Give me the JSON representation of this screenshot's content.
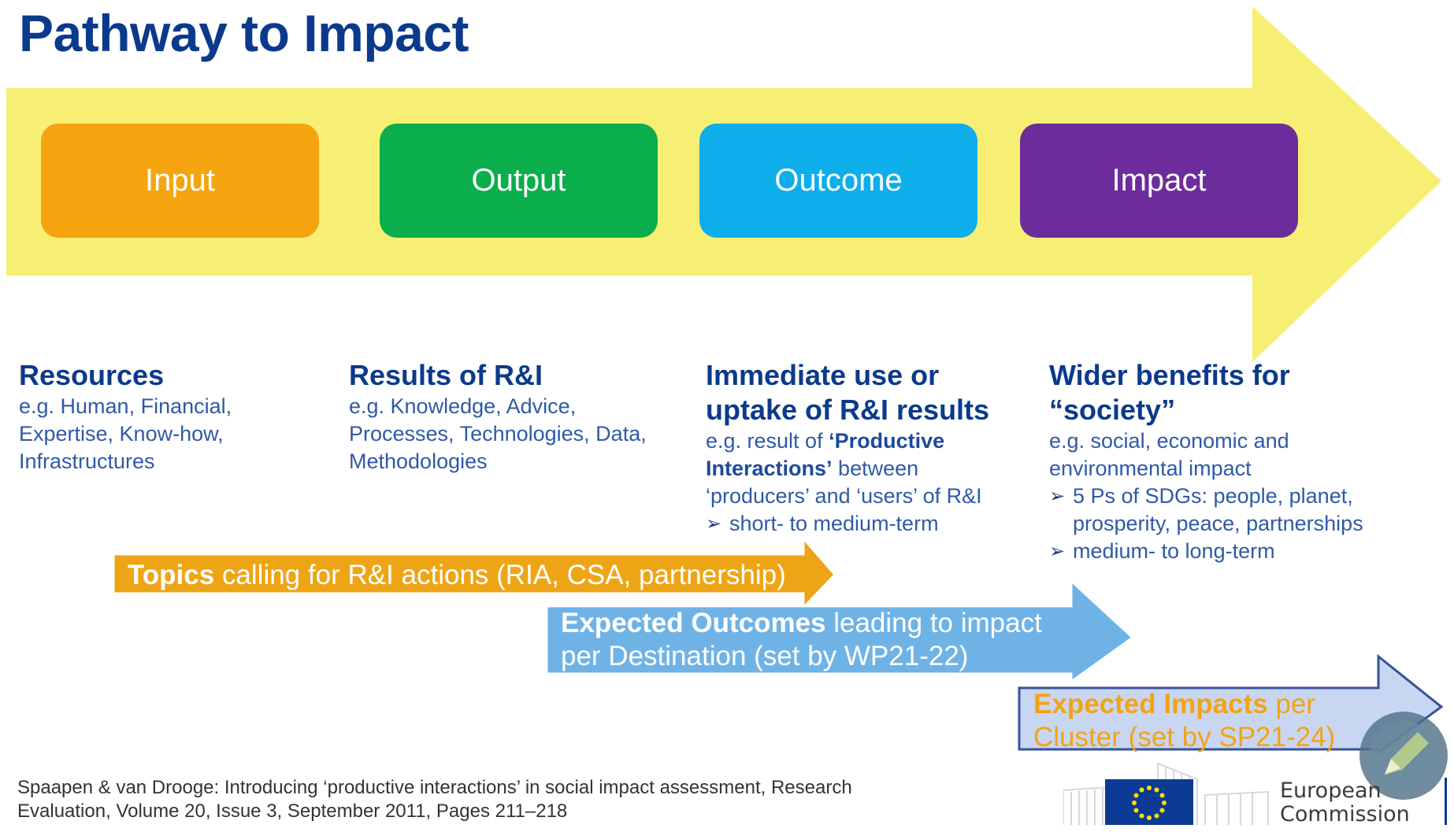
{
  "title": "Pathway to Impact",
  "colors": {
    "big_arrow": "#f7ef74",
    "input": "#f5a40f",
    "output": "#0aae4b",
    "outcome": "#0daeea",
    "impact": "#6c2c9c",
    "topics_arrow": "#eea515",
    "outcomes_arrow": "#6fb3e6",
    "impacts_arrow": "#c9d6f2"
  },
  "stages": [
    {
      "label": "Input"
    },
    {
      "label": "Output"
    },
    {
      "label": "Outcome"
    },
    {
      "label": "Impact"
    }
  ],
  "descriptions": {
    "resources": {
      "heading": "Resources",
      "lines": [
        "e.g. Human, Financial,",
        "Expertise, Know-how,",
        "Infrastructures"
      ]
    },
    "results": {
      "heading": "Results of R&I",
      "lines": [
        "e.g. Knowledge, Advice,",
        "Processes, Technologies, Data,",
        "Methodologies"
      ]
    },
    "immediate": {
      "heading_line1": "Immediate use or",
      "heading_line2": "uptake of R&I results",
      "line1_prefix": "e.g. result of ",
      "line1_strong": "‘Productive",
      "line2_strong": "Interactions’",
      "line2_suffix": " between",
      "line3": "‘producers’ and ‘users’ of R&I",
      "bullets": [
        "short- to medium-term"
      ]
    },
    "wider": {
      "heading_line1": "Wider benefits for",
      "heading_line2": "“society”",
      "lines": [
        "e.g. social, economic and",
        "environmental impact"
      ],
      "bullet1_line1": "5 Ps of SDGs: people, planet,",
      "bullet1_line2": "prosperity, peace, partnerships",
      "bullet2": "medium- to long-term"
    }
  },
  "banners": {
    "topics": {
      "bold": "Topics",
      "rest": " calling for R&I actions (RIA, CSA, partnership)"
    },
    "outcomes": {
      "bold": "Expected Outcomes",
      "rest": " leading to impact",
      "line2": "per Destination (set by WP21-22)"
    },
    "impacts": {
      "bold_prefix": "Expected ",
      "bold": "Impacts",
      "rest": " per",
      "line2": "Cluster (set by SP21-24)"
    }
  },
  "citation": {
    "line1": "Spaapen & van Drooge: Introducing ‘productive interactions’ in social impact assessment, Research",
    "line2": "Evaluation, Volume 20, Issue 3, September 2011, Pages 211–218"
  },
  "logo": {
    "line1": "European",
    "line2": "Commission"
  }
}
